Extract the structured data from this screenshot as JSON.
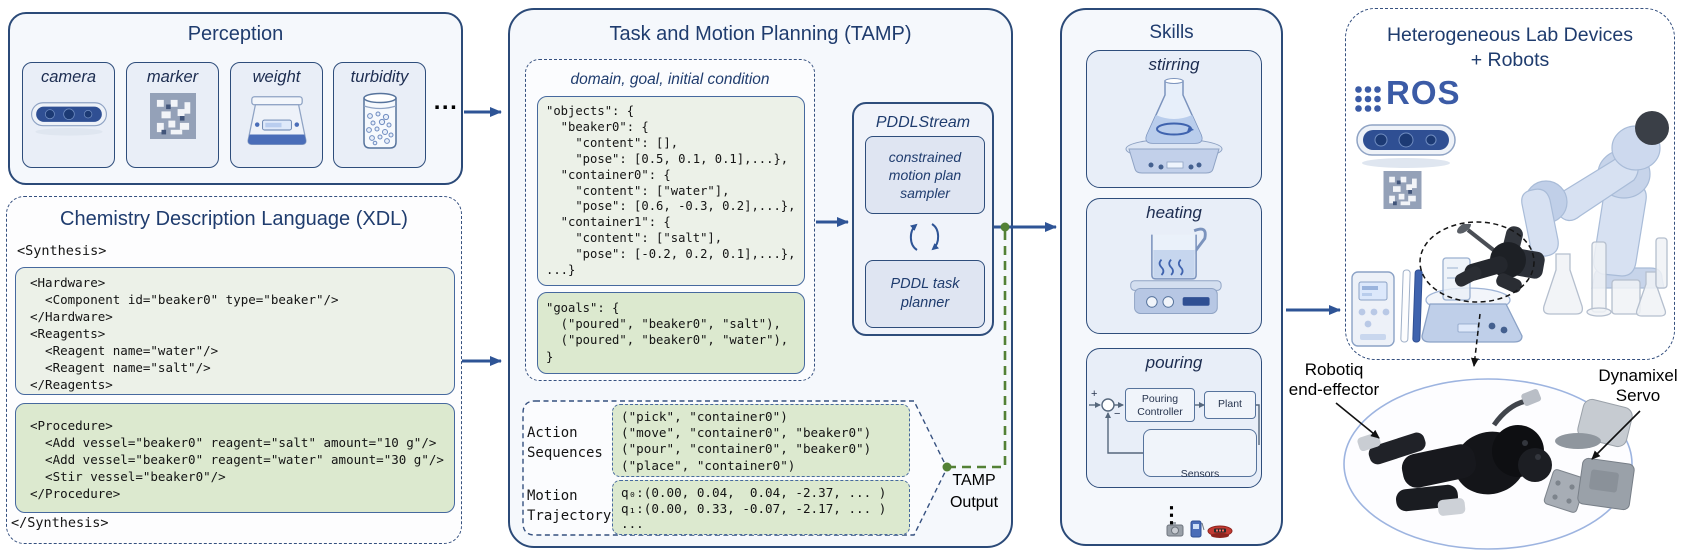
{
  "colors": {
    "panel_border": "#2B4A78",
    "title_text": "#1F3C6E",
    "arrow_blue": "#2E5496",
    "tamp_output_green": "#538135",
    "code_box_light_green": "#ECF1E8",
    "code_box_dark_green": "#DCE9CF",
    "skill_card_fill": "#E8EEF8",
    "ros_blue": "#3B5BA6"
  },
  "perception": {
    "title": "Perception",
    "more_ellipsis": "...",
    "sensors": [
      {
        "label": "camera"
      },
      {
        "label": "marker"
      },
      {
        "label": "weight"
      },
      {
        "label": "turbidity"
      }
    ]
  },
  "xdl": {
    "title": "Chemistry Description Language (XDL)",
    "open_tag": "<Synthesis>",
    "hardware_reagents_code": "<Hardware>\n  <Component id=\"beaker0\" type=\"beaker\"/>\n</Hardware>\n<Reagents>\n  <Reagent name=\"water\"/>\n  <Reagent name=\"salt\"/>\n</Reagents>",
    "procedure_code": "<Procedure>\n  <Add vessel=\"beaker0\" reagent=\"salt\" amount=\"10 g\"/>\n  <Add vessel=\"beaker0\" reagent=\"water\" amount=\"30 g\"/>\n  <Stir vessel=\"beaker0\"/>\n</Procedure>",
    "close_tag": "</Synthesis>"
  },
  "tamp": {
    "title": "Task and Motion Planning (TAMP)",
    "input_label": "domain, goal, initial condition",
    "objects_code": "\"objects\": {\n  \"beaker0\": {\n    \"content\": [],\n    \"pose\": [0.5, 0.1, 0.1],...},\n  \"container0\": {\n    \"content\": [\"water\"],\n    \"pose\": [0.6, -0.3, 0.2],...},\n  \"container1\": {\n    \"content\": [\"salt\"],\n    \"pose\": [-0.2, 0.2, 0.1],...},\n...}",
    "goals_code": "\"goals\": {\n  (\"poured\", \"beaker0\", \"salt\"),\n  (\"poured\", \"beaker0\", \"water\"),\n}",
    "pddlstream": {
      "title": "PDDLStream",
      "sampler_label": "constrained\nmotion plan\nsampler",
      "planner_label": "PDDL task\nplanner"
    },
    "output": {
      "action_sequences_label": "Action\nSequences",
      "action_sequences_code": "(\"pick\", \"container0\")\n(\"move\", \"container0\", \"beaker0\")\n(\"pour\", \"container0\", \"beaker0\")\n(\"place\", \"container0\")",
      "motion_trajectory_label": "Motion\nTrajectory",
      "motion_trajectory_code": "q₀:(0.00, 0.04,  0.04, -2.37, ... )\nq₁:(0.00, 0.33, -0.07, -2.17, ... )\n...",
      "tamp_output_label": "TAMP\nOutput"
    }
  },
  "skills": {
    "title": "Skills",
    "cards": [
      {
        "label": "stirring"
      },
      {
        "label": "heating"
      },
      {
        "label": "pouring"
      }
    ],
    "pouring_diagram": {
      "plus_sign": "+",
      "minus_sign": "−",
      "controller_label": "Pouring\nController",
      "plant_label": "Plant",
      "sensors_label": "Sensors"
    },
    "more_ellipsis": "⋮"
  },
  "devices": {
    "title": "Heterogeneous Lab Devices\n+ Robots",
    "ros_label": "ROS"
  },
  "callout": {
    "gripper_label": "Robotiq\nend-effector",
    "servo_label": "Dynamixel\nServo"
  }
}
